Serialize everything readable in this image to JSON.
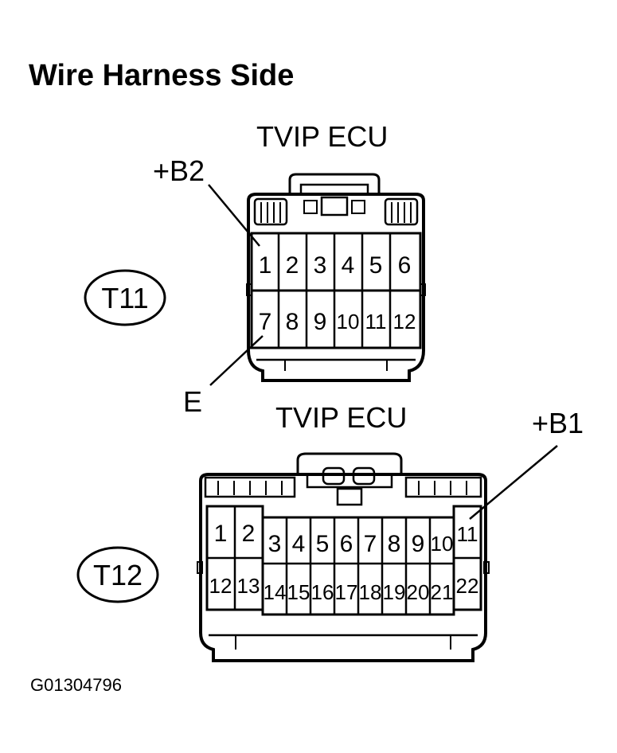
{
  "title": "Wire Harness Side",
  "figure_code": "G01304796",
  "connectors": [
    {
      "id": "T11",
      "ecu": "TVIP ECU",
      "row_top": [
        "1",
        "2",
        "3",
        "4",
        "5",
        "6"
      ],
      "row_bottom": [
        "7",
        "8",
        "9",
        "10",
        "11",
        "12"
      ],
      "callouts": {
        "b2": "+B2",
        "e": "E"
      }
    },
    {
      "id": "T12",
      "ecu": "TVIP ECU",
      "row_top": [
        "1",
        "2",
        "3",
        "4",
        "5",
        "6",
        "7",
        "8",
        "9",
        "10",
        "11"
      ],
      "row_bottom": [
        "12",
        "13",
        "14",
        "15",
        "16",
        "17",
        "18",
        "19",
        "20",
        "21",
        "22"
      ],
      "callouts": {
        "b1": "+B1"
      }
    }
  ]
}
